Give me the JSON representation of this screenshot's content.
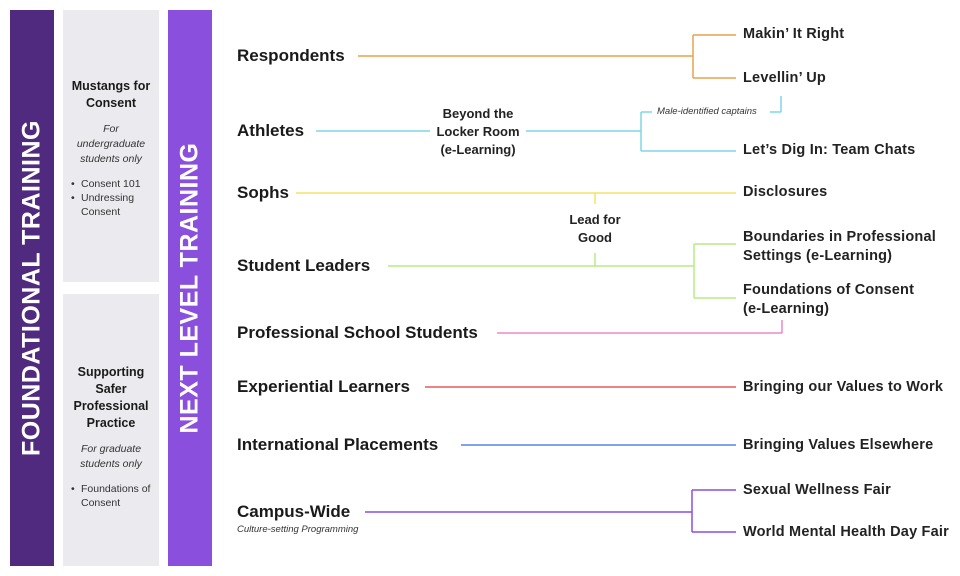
{
  "sidebars": {
    "foundational": "FOUNDATIONAL TRAINING",
    "next_level": "NEXT LEVEL TRAINING"
  },
  "foundational_panels": [
    {
      "title": "Mustangs for Consent",
      "subtitle": "For undergraduate students only",
      "items": [
        "Consent 101",
        "Undressing Consent"
      ]
    },
    {
      "title": "Supporting Safer Professional Practice",
      "subtitle": "For graduate students only",
      "items": [
        "Foundations of Consent"
      ]
    }
  ],
  "audiences": {
    "respondents": "Respondents",
    "athletes": "Athletes",
    "sophs": "Sophs",
    "student_leaders": "Student Leaders",
    "professional_school": "Professional School Students",
    "experiential": "Experiential Learners",
    "international": "International Placements",
    "campus_wide": "Campus-Wide",
    "campus_wide_note": "Culture-setting Programming"
  },
  "intermediate": {
    "beyond_locker_room": "Beyond the Locker Room (e-Learning)",
    "lead_for_good": "Lead for Good",
    "male_captains": "Male-identified captains"
  },
  "programs": {
    "makin_it_right": "Makin’ It Right",
    "levellin_up": "Levellin’ Up",
    "team_chats": "Let’s Dig In: Team Chats",
    "disclosures": "Disclosures",
    "boundaries": "Boundaries in Professional Settings (e-Learning)",
    "foundations": "Foundations of Consent (e-Learning)",
    "values_work": "Bringing our Values to Work",
    "values_elsewhere": "Bringing Values Elsewhere",
    "wellness_fair": "Sexual Wellness Fair",
    "mental_health_fair": "World Mental Health Day Fair"
  },
  "colors": {
    "foundational_bar": "#4f2a7f",
    "next_level_bar": "#8a4fdc",
    "panel_bg": "#ebebef",
    "respondents": "#e8a24a",
    "athletes": "#7fd6e8",
    "sophs": "#f2e36b",
    "student_leaders": "#b9ea85",
    "professional_school": "#e88ac8",
    "experiential": "#e85a5a",
    "international": "#5a82e8",
    "campus_wide": "#8a4fdc"
  }
}
